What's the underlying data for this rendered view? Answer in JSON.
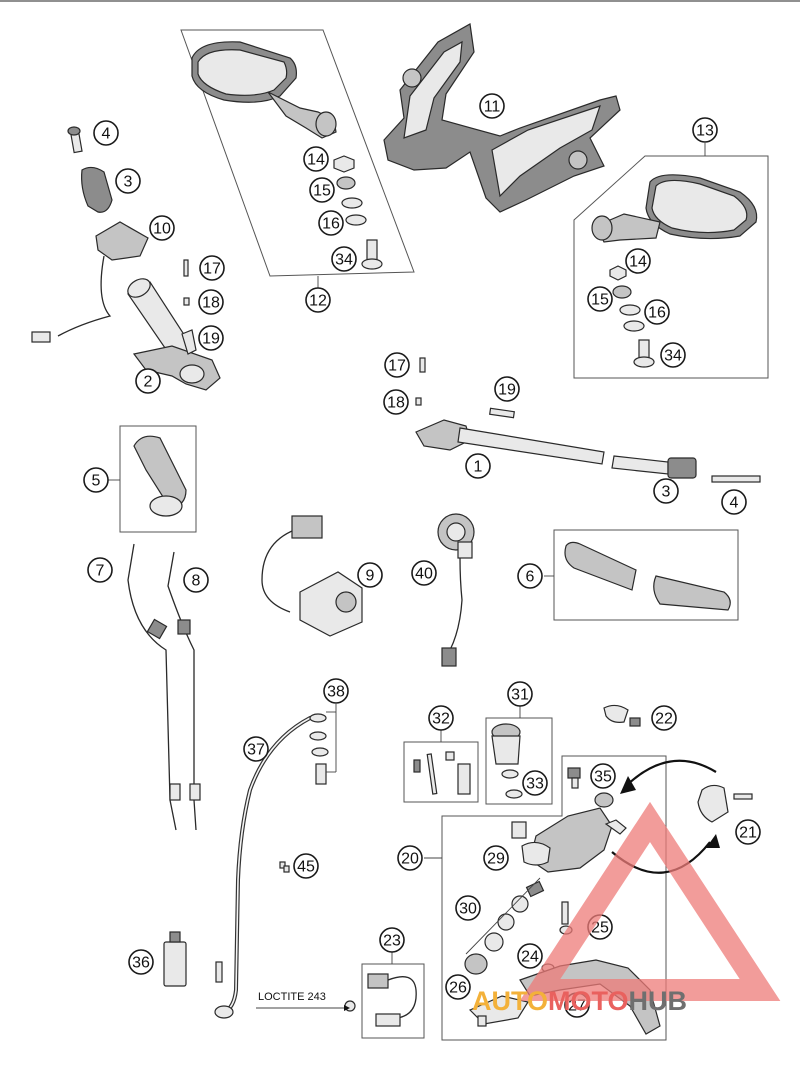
{
  "callouts": [
    {
      "id": "c1",
      "label": "1"
    },
    {
      "id": "c2",
      "label": "2"
    },
    {
      "id": "c3a",
      "label": "3"
    },
    {
      "id": "c3b",
      "label": "3"
    },
    {
      "id": "c4a",
      "label": "4"
    },
    {
      "id": "c4b",
      "label": "4"
    },
    {
      "id": "c5",
      "label": "5"
    },
    {
      "id": "c6",
      "label": "6"
    },
    {
      "id": "c7",
      "label": "7"
    },
    {
      "id": "c8",
      "label": "8"
    },
    {
      "id": "c9",
      "label": "9"
    },
    {
      "id": "c10",
      "label": "10"
    },
    {
      "id": "c11",
      "label": "11"
    },
    {
      "id": "c12",
      "label": "12"
    },
    {
      "id": "c13",
      "label": "13"
    },
    {
      "id": "c14a",
      "label": "14"
    },
    {
      "id": "c14b",
      "label": "14"
    },
    {
      "id": "c15a",
      "label": "15"
    },
    {
      "id": "c15b",
      "label": "15"
    },
    {
      "id": "c16a",
      "label": "16"
    },
    {
      "id": "c16b",
      "label": "16"
    },
    {
      "id": "c17a",
      "label": "17"
    },
    {
      "id": "c17b",
      "label": "17"
    },
    {
      "id": "c18a",
      "label": "18"
    },
    {
      "id": "c18b",
      "label": "18"
    },
    {
      "id": "c19a",
      "label": "19"
    },
    {
      "id": "c19b",
      "label": "19"
    },
    {
      "id": "c20",
      "label": "20"
    },
    {
      "id": "c21",
      "label": "21"
    },
    {
      "id": "c22",
      "label": "22"
    },
    {
      "id": "c23",
      "label": "23"
    },
    {
      "id": "c24",
      "label": "24"
    },
    {
      "id": "c25",
      "label": "25"
    },
    {
      "id": "c26",
      "label": "26"
    },
    {
      "id": "c27",
      "label": "27"
    },
    {
      "id": "c29",
      "label": "29"
    },
    {
      "id": "c30",
      "label": "30"
    },
    {
      "id": "c31",
      "label": "31"
    },
    {
      "id": "c32",
      "label": "32"
    },
    {
      "id": "c33",
      "label": "33"
    },
    {
      "id": "c34a",
      "label": "34"
    },
    {
      "id": "c34b",
      "label": "34"
    },
    {
      "id": "c35",
      "label": "35"
    },
    {
      "id": "c36",
      "label": "36"
    },
    {
      "id": "c37",
      "label": "37"
    },
    {
      "id": "c38",
      "label": "38"
    },
    {
      "id": "c40",
      "label": "40"
    },
    {
      "id": "c45",
      "label": "45"
    }
  ],
  "annotation": {
    "loctite": "LOCTITE 243"
  },
  "watermark": {
    "part1": "AUTO",
    "part2": "MOTO",
    "part3": "HUB"
  },
  "colors": {
    "watermark_orange": "#f3b13a",
    "watermark_red": "#e9615e",
    "watermark_gray": "#6f6f6f",
    "line": "#2a2a2a"
  }
}
